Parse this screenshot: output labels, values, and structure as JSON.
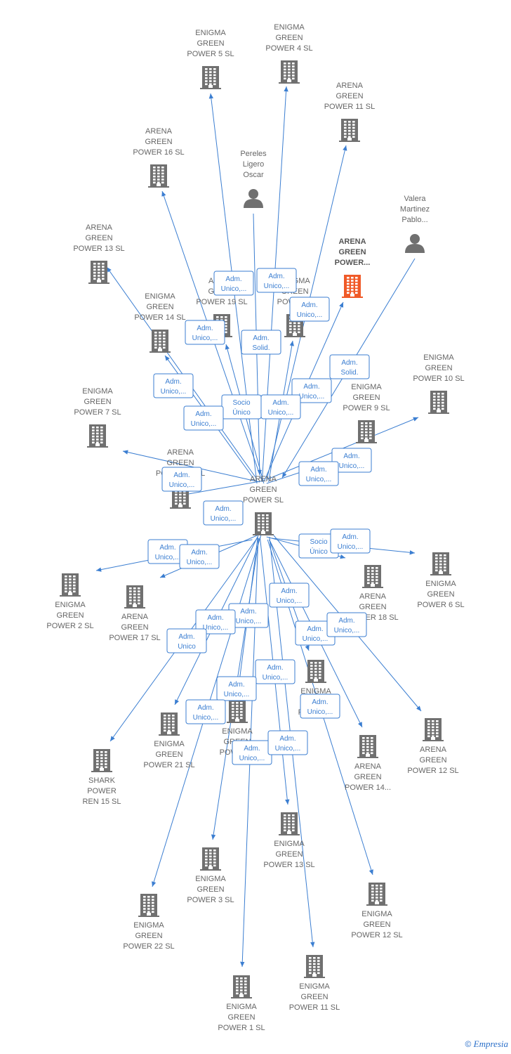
{
  "colors": {
    "edge": "#3b7ed1",
    "building": "#707070",
    "highlight": "#f05a28",
    "person": "#707070"
  },
  "center": {
    "id": "center",
    "label": [
      "ARENA",
      "GREEN",
      "POWER  SL"
    ],
    "icon": "building-icon"
  },
  "nodes": [
    {
      "id": "eg5",
      "label": [
        "ENIGMA",
        "GREEN",
        "POWER 5  SL"
      ],
      "icon": "building-icon"
    },
    {
      "id": "eg4",
      "label": [
        "ENIGMA",
        "GREEN",
        "POWER 4  SL"
      ],
      "icon": "building-icon"
    },
    {
      "id": "ag11",
      "label": [
        "ARENA",
        "GREEN",
        "POWER 11  SL"
      ],
      "icon": "building-icon"
    },
    {
      "id": "ag16",
      "label": [
        "ARENA",
        "GREEN",
        "POWER 16  SL"
      ],
      "icon": "building-icon"
    },
    {
      "id": "pereles",
      "label": [
        "Pereles",
        "Ligero",
        "Oscar"
      ],
      "icon": "person-icon"
    },
    {
      "id": "valera",
      "label": [
        "Valera",
        "Martinez",
        "Pablo..."
      ],
      "icon": "person-icon"
    },
    {
      "id": "agx",
      "label": [
        "ARENA",
        "GREEN",
        "POWER..."
      ],
      "icon": "building-icon",
      "highlight": true
    },
    {
      "id": "ag13",
      "label": [
        "ARENA",
        "GREEN",
        "POWER 13  SL"
      ],
      "icon": "building-icon"
    },
    {
      "id": "ag19",
      "label": [
        "ARENA",
        "GREEN",
        "POWER 19  SL"
      ],
      "icon": "building-icon"
    },
    {
      "id": "egx",
      "label": [
        "ENIGMA",
        "GREEN",
        "POWER..."
      ],
      "icon": "building-icon"
    },
    {
      "id": "eg14",
      "label": [
        "ENIGMA",
        "GREEN",
        "POWER 14  SL"
      ],
      "icon": "building-icon"
    },
    {
      "id": "eg10",
      "label": [
        "ENIGMA",
        "GREEN",
        "POWER 10  SL"
      ],
      "icon": "building-icon"
    },
    {
      "id": "eg9",
      "label": [
        "ENIGMA",
        "GREEN",
        "POWER 9  SL"
      ],
      "icon": "building-icon"
    },
    {
      "id": "eg7",
      "label": [
        "ENIGMA",
        "GREEN",
        "POWER 7  SL"
      ],
      "icon": "building-icon"
    },
    {
      "id": "agy",
      "label": [
        "ARENA",
        "GREEN",
        "POWER ...  SL"
      ],
      "icon": "building-icon"
    },
    {
      "id": "eg2",
      "label": [
        "ENIGMA",
        "GREEN",
        "POWER 2  SL"
      ],
      "icon": "building-icon"
    },
    {
      "id": "ag17",
      "label": [
        "ARENA",
        "GREEN",
        "POWER 17  SL"
      ],
      "icon": "building-icon"
    },
    {
      "id": "ag18",
      "label": [
        "ARENA",
        "GREEN",
        "POWER 18  SL"
      ],
      "icon": "building-icon"
    },
    {
      "id": "eg6",
      "label": [
        "ENIGMA",
        "GREEN",
        "POWER 6  SL"
      ],
      "icon": "building-icon"
    },
    {
      "id": "egz",
      "label": [
        "ENIGMA",
        "",
        "POWER..."
      ],
      "icon": "building-icon"
    },
    {
      "id": "egw",
      "label": [
        "ENIGMA",
        "GREEN",
        "POWER..."
      ],
      "icon": "building-icon"
    },
    {
      "id": "eg21",
      "label": [
        "ENIGMA",
        "GREEN",
        "POWER 21  SL"
      ],
      "icon": "building-icon"
    },
    {
      "id": "shark",
      "label": [
        "SHARK",
        "POWER",
        "REN 15  SL"
      ],
      "icon": "building-icon"
    },
    {
      "id": "ag14",
      "label": [
        "ARENA",
        "GREEN",
        "POWER 14..."
      ],
      "icon": "building-icon"
    },
    {
      "id": "ag12",
      "label": [
        "ARENA",
        "GREEN",
        "POWER 12  SL"
      ],
      "icon": "building-icon"
    },
    {
      "id": "eg13",
      "label": [
        "ENIGMA",
        "GREEN",
        "POWER 13  SL"
      ],
      "icon": "building-icon"
    },
    {
      "id": "eg3",
      "label": [
        "ENIGMA",
        "GREEN",
        "POWER 3  SL"
      ],
      "icon": "building-icon"
    },
    {
      "id": "eg12",
      "label": [
        "ENIGMA",
        "GREEN",
        "POWER 12  SL"
      ],
      "icon": "building-icon"
    },
    {
      "id": "eg22",
      "label": [
        "ENIGMA",
        "GREEN",
        "POWER 22  SL"
      ],
      "icon": "building-icon"
    },
    {
      "id": "eg11",
      "label": [
        "ENIGMA",
        "GREEN",
        "POWER 11  SL"
      ],
      "icon": "building-icon"
    },
    {
      "id": "eg1",
      "label": [
        "ENIGMA",
        "GREEN",
        "POWER 1  SL"
      ],
      "icon": "building-icon"
    }
  ],
  "edges": [
    {
      "from": "center",
      "to": "eg5",
      "label": [
        "Adm.",
        "Unico,..."
      ]
    },
    {
      "from": "center",
      "to": "eg4",
      "label": [
        "Adm.",
        "Unico,..."
      ]
    },
    {
      "from": "center",
      "to": "ag11",
      "label": [
        "Adm.",
        "Unico,..."
      ]
    },
    {
      "from": "center",
      "to": "ag16",
      "label": [
        "Adm.",
        "Unico,..."
      ]
    },
    {
      "from": "pereles",
      "to": "center",
      "label": [
        "Adm.",
        "Solid."
      ]
    },
    {
      "from": "valera",
      "to": "center",
      "label": [
        "Adm.",
        "Solid."
      ]
    },
    {
      "from": "center",
      "to": "agx",
      "label": [
        "Adm.",
        "Unico,..."
      ]
    },
    {
      "from": "center",
      "to": "ag13",
      "label": [
        "Adm.",
        "Unico,..."
      ]
    },
    {
      "from": "center",
      "to": "ag19",
      "label": [
        "Socio",
        "Único"
      ]
    },
    {
      "from": "center",
      "to": "egx",
      "label": [
        "Adm.",
        "Unico,..."
      ]
    },
    {
      "from": "center",
      "to": "eg14",
      "label": [
        "Adm.",
        "Unico,..."
      ]
    },
    {
      "from": "center",
      "to": "eg10",
      "label": [
        "Adm.",
        "Unico,..."
      ]
    },
    {
      "from": "center",
      "to": "eg9",
      "label": [
        "Adm.",
        "Unico,..."
      ]
    },
    {
      "from": "center",
      "to": "eg7",
      "label": [
        "Adm.",
        "Unico,..."
      ]
    },
    {
      "from": "center",
      "to": "agy",
      "label": [
        "Adm.",
        "Unico,..."
      ]
    },
    {
      "from": "center",
      "to": "eg2",
      "label": [
        "Adm.",
        "Unico,..."
      ]
    },
    {
      "from": "center",
      "to": "ag17",
      "label": [
        "Adm.",
        "Unico,..."
      ]
    },
    {
      "from": "center",
      "to": "ag18",
      "label": [
        "Socio",
        "Único"
      ]
    },
    {
      "from": "center",
      "to": "eg6",
      "label": [
        "Adm.",
        "Unico,..."
      ]
    },
    {
      "from": "center",
      "to": "egz",
      "label": [
        "Adm.",
        "Unico,..."
      ]
    },
    {
      "from": "center",
      "to": "egw",
      "label": [
        "Adm.",
        "Unico,..."
      ]
    },
    {
      "from": "center",
      "to": "eg21",
      "label": [
        "Adm.",
        "Unico,..."
      ]
    },
    {
      "from": "center",
      "to": "shark",
      "label": [
        "Adm.",
        "Unico"
      ]
    },
    {
      "from": "center",
      "to": "ag14",
      "label": [
        "Adm.",
        "Unico,..."
      ]
    },
    {
      "from": "center",
      "to": "ag12",
      "label": [
        "Adm.",
        "Unico,..."
      ]
    },
    {
      "from": "center",
      "to": "eg13",
      "label": [
        "Adm.",
        "Unico,..."
      ]
    },
    {
      "from": "center",
      "to": "eg3",
      "label": [
        "Adm.",
        "Unico,..."
      ]
    },
    {
      "from": "center",
      "to": "eg12",
      "label": [
        "Adm.",
        "Unico,..."
      ]
    },
    {
      "from": "center",
      "to": "eg22",
      "label": [
        "Adm.",
        "Unico,..."
      ]
    },
    {
      "from": "center",
      "to": "eg11",
      "label": [
        "Adm.",
        "Unico,..."
      ]
    },
    {
      "from": "center",
      "to": "eg1",
      "label": [
        "Adm.",
        "Unico,..."
      ]
    }
  ],
  "footer": {
    "copyright": "©",
    "brand": "Empresia"
  }
}
